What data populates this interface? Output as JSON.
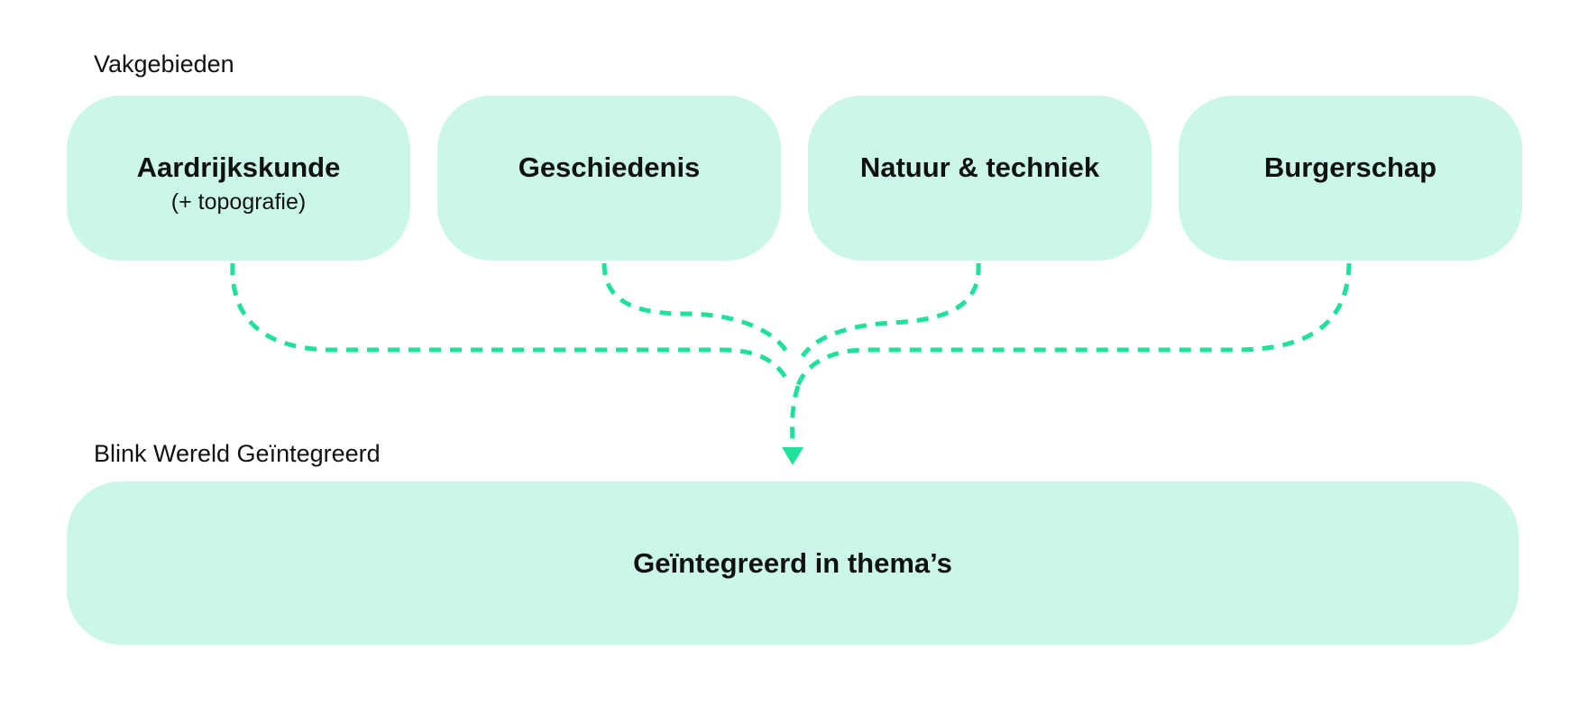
{
  "diagram": {
    "top_label": "Vakgebieden",
    "bottom_label": "Blink Wereld Geïntegreerd",
    "subjects": [
      {
        "title": "Aardrijkskunde",
        "subtitle": "(+ topografie)"
      },
      {
        "title": "Geschiedenis",
        "subtitle": ""
      },
      {
        "title": "Natuur & techniek",
        "subtitle": ""
      },
      {
        "title": "Burgerschap",
        "subtitle": ""
      }
    ],
    "integrated_box": {
      "title": "Geïntegreerd in thema’s"
    },
    "colors": {
      "box_fill": "#cbf8e6",
      "connector": "#1fe19a",
      "text": "#111111"
    }
  }
}
